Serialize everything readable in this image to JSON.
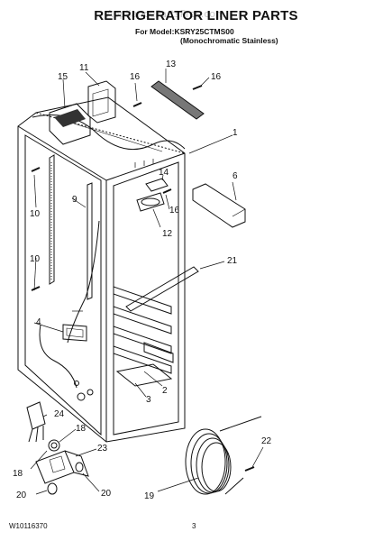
{
  "header": {
    "title": "REFRIGERATOR LINER PARTS",
    "model_line": "For Model:KSRY25CTMS00",
    "variant_line": "(Monochromatic Stainless)",
    "watermark": "AppliancePartsPros.com"
  },
  "callouts": [
    {
      "id": "c1",
      "label": "1"
    },
    {
      "id": "c2",
      "label": "2"
    },
    {
      "id": "c3",
      "label": "3"
    },
    {
      "id": "c4",
      "label": "4"
    },
    {
      "id": "c6",
      "label": "6"
    },
    {
      "id": "c9",
      "label": "9"
    },
    {
      "id": "c10a",
      "label": "10"
    },
    {
      "id": "c10b",
      "label": "10"
    },
    {
      "id": "c11",
      "label": "11"
    },
    {
      "id": "c12",
      "label": "12"
    },
    {
      "id": "c13",
      "label": "13"
    },
    {
      "id": "c14",
      "label": "14"
    },
    {
      "id": "c15",
      "label": "15"
    },
    {
      "id": "c16a",
      "label": "16"
    },
    {
      "id": "c16b",
      "label": "16"
    },
    {
      "id": "c16c",
      "label": "16"
    },
    {
      "id": "c18a",
      "label": "18"
    },
    {
      "id": "c18b",
      "label": "18"
    },
    {
      "id": "c19",
      "label": "19"
    },
    {
      "id": "c20a",
      "label": "20"
    },
    {
      "id": "c20b",
      "label": "20"
    },
    {
      "id": "c21",
      "label": "21"
    },
    {
      "id": "c22",
      "label": "22"
    },
    {
      "id": "c23",
      "label": "23"
    },
    {
      "id": "c24",
      "label": "24"
    }
  ],
  "footer": {
    "doc_number": "W10116370",
    "page": "3"
  }
}
